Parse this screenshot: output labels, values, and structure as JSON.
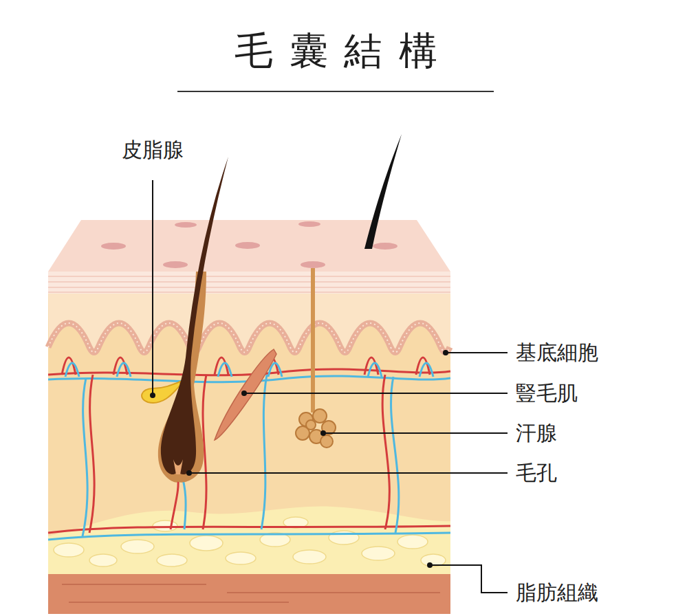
{
  "diagram": {
    "title": "毛囊結構",
    "labels": [
      "皮脂腺",
      "基底細胞",
      "豎毛肌",
      "汗腺",
      "毛孔",
      "脂肪組織"
    ]
  }
}
